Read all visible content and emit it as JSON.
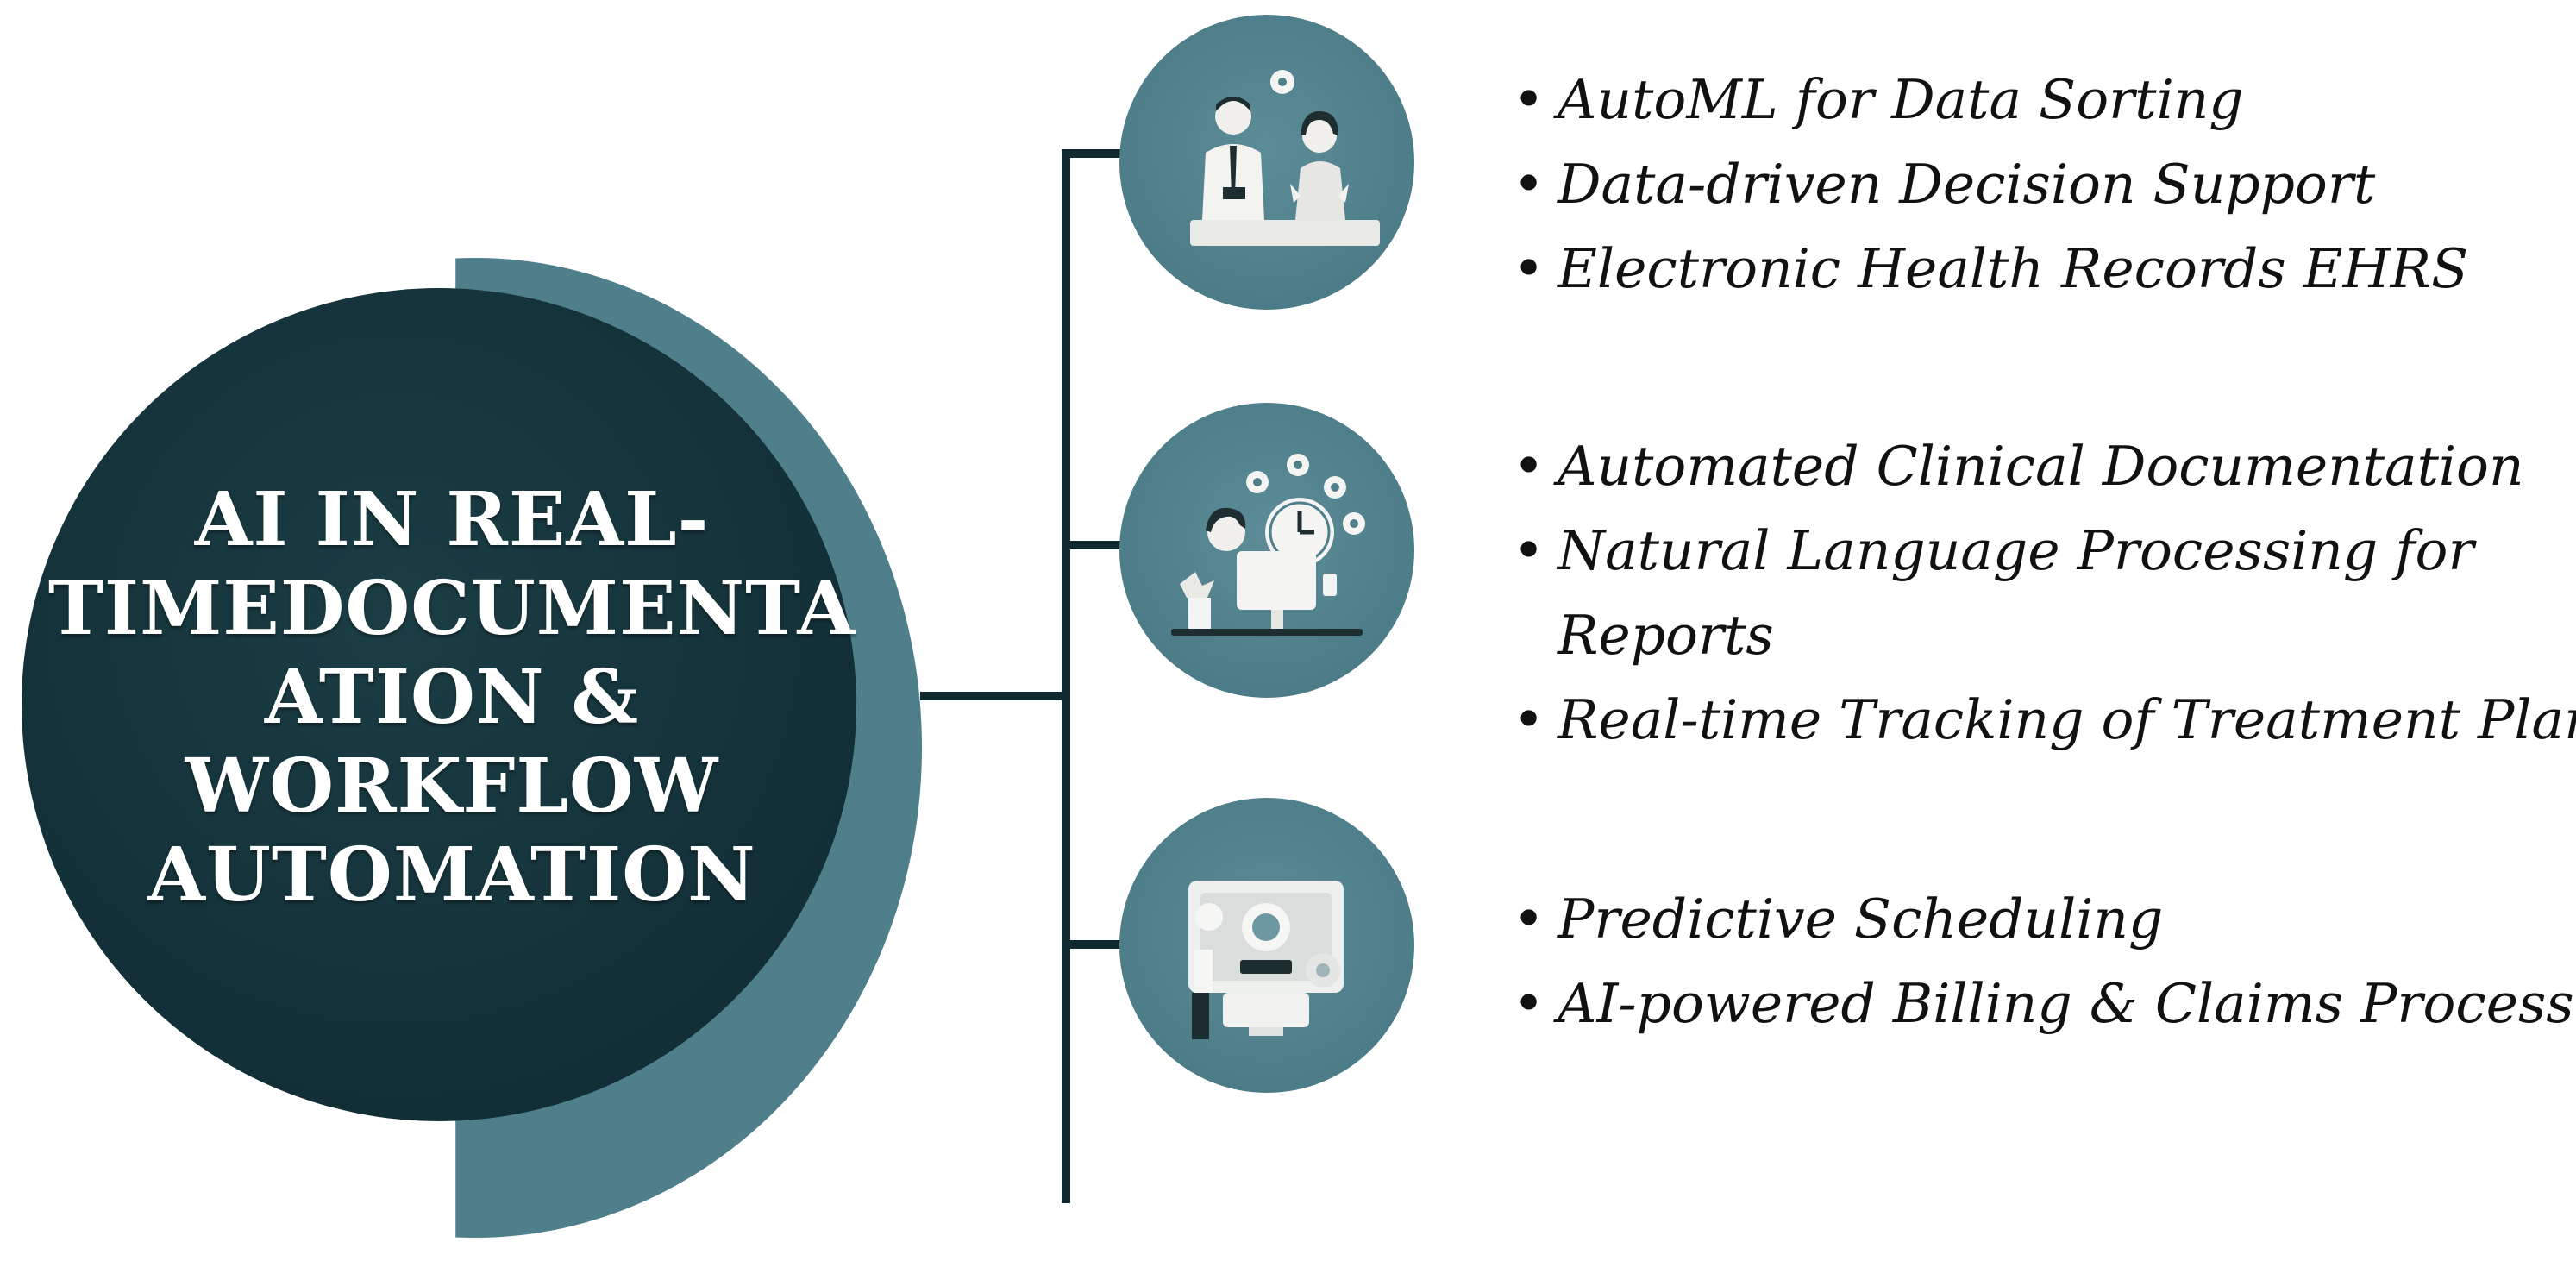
{
  "title_lines": [
    "AI IN REAL-",
    "TIMEDOCUMENTA",
    "ATION &",
    "WORKFLOW",
    "AUTOMATION"
  ],
  "colors": {
    "dark_teal": "#14323a",
    "teal": "#4f7f8b",
    "line": "#102a30",
    "text": "#111111",
    "background": "#ffffff"
  },
  "branches": [
    {
      "icon": "team-meeting-icon",
      "items": [
        "AutoML for Data Sorting",
        "Data-driven Decision Support",
        "Electronic Health Records EHRS"
      ]
    },
    {
      "icon": "clinician-workstation-icon",
      "items": [
        "Automated Clinical Documentation",
        "Natural Language Processing for Reports",
        "Real-time Tracking of Treatment Plans"
      ]
    },
    {
      "icon": "billing-dashboard-icon",
      "items": [
        "Predictive Scheduling",
        "AI-powered Billing & Claims Processing"
      ]
    }
  ],
  "bullet": "•"
}
